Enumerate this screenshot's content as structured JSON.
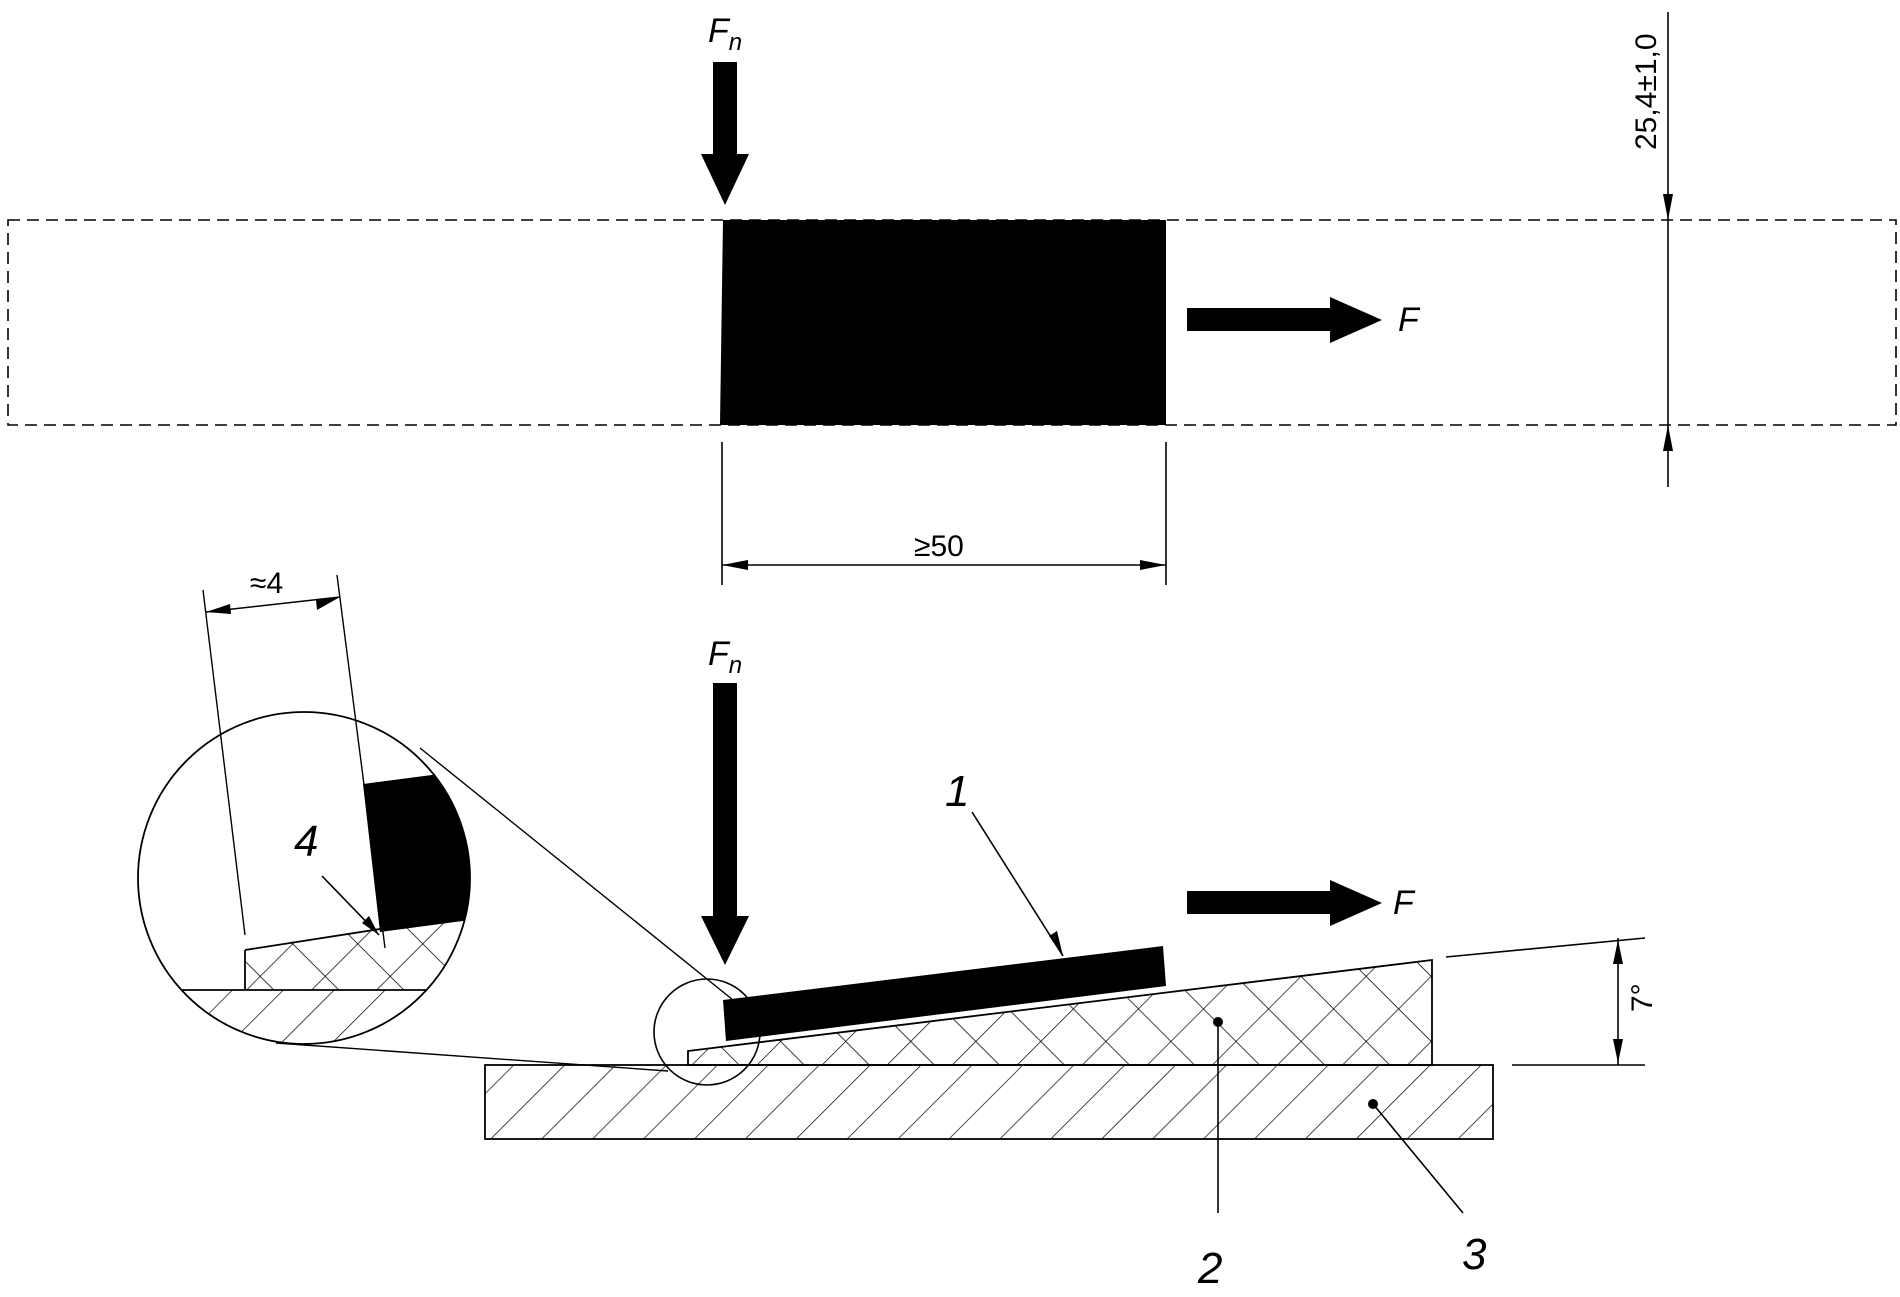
{
  "top_view": {
    "normal_force_symbol": "F",
    "normal_force_subscript": "n",
    "pull_force_label": "F",
    "width_dimension": "25,4±1,0",
    "length_dimension": "≥50"
  },
  "side_view": {
    "normal_force_symbol": "F",
    "normal_force_subscript": "n",
    "pull_force_label": "F",
    "angle_dimension": "7°",
    "detail_dimension": "≈4"
  },
  "callouts": {
    "item_1": "1",
    "item_2": "2",
    "item_3": "3",
    "item_4": "4"
  },
  "colors": {
    "line": "#000000",
    "fill": "#000000",
    "background": "#ffffff"
  }
}
